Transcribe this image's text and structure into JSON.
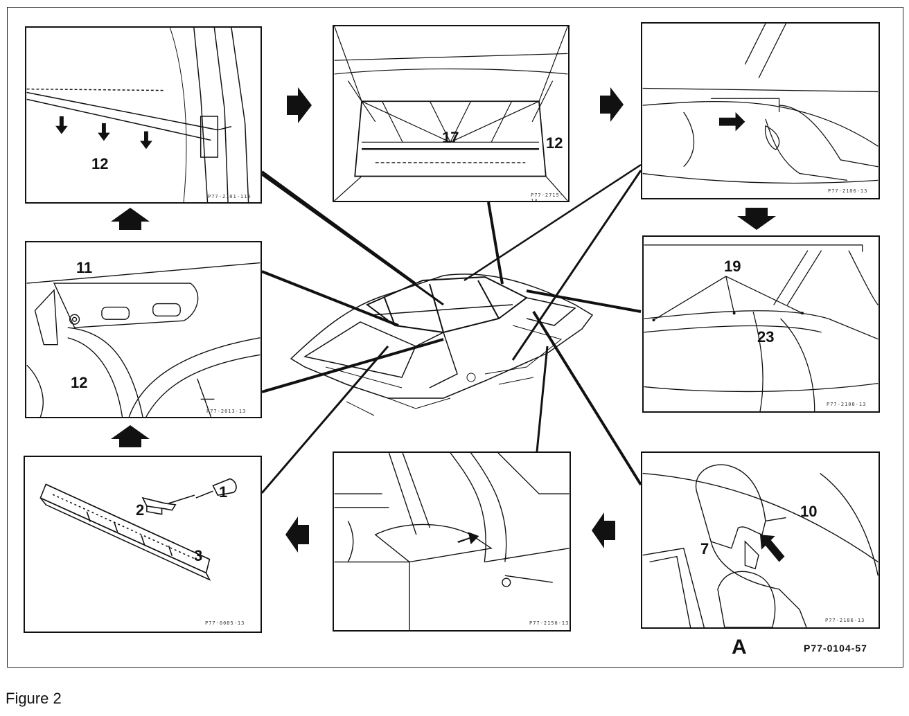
{
  "figure": {
    "caption": "Figure 2",
    "code": "P77-0104-57",
    "detail_letter": "A"
  },
  "panels": {
    "top_left": {
      "labels": [
        "12"
      ],
      "code": "P77-2101-110"
    },
    "top_middle": {
      "labels": [
        "17",
        "12"
      ],
      "code": "P77-2715-13"
    },
    "top_right": {
      "labels": [],
      "code": "P77-2106-13"
    },
    "middle_left": {
      "labels": [
        "11",
        "12"
      ],
      "code": "P77-2013-13"
    },
    "middle_right": {
      "labels": [
        "19",
        "23"
      ],
      "code": "P77-2108-13"
    },
    "bottom_left": {
      "labels": [
        "1",
        "2",
        "3"
      ],
      "code": "P77-0085-13"
    },
    "bottom_middle": {
      "labels": [],
      "code": "P77-2150-13"
    },
    "bottom_right": {
      "labels": [
        "10",
        "7"
      ],
      "code": "P77-2186-13"
    }
  }
}
